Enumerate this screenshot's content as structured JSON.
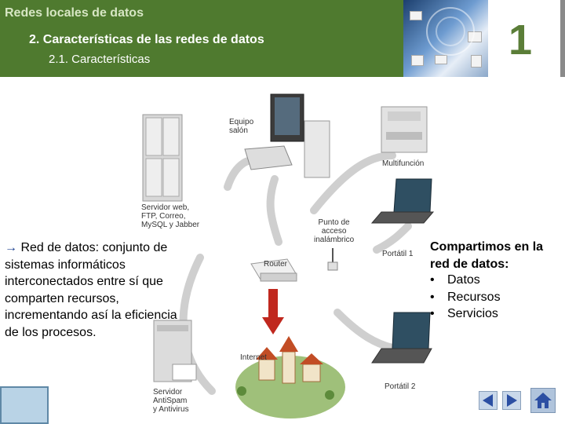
{
  "header": {
    "title": "Redes locales de datos",
    "section": "2. Características de las redes de datos",
    "subsection": "2.1. Características",
    "unit_number": "1"
  },
  "diagram": {
    "labels": {
      "equipo": "Equipo\nsalón",
      "multifuncion": "Multifunción",
      "servidor": "Servidor web,\nFTP, Correo,\nMySQL y Jabber",
      "punto_acceso": "Punto de\nacceso\ninalámbrico",
      "router": "Router",
      "portatil1": "Portátil 1",
      "internet": "Internet",
      "servidor_antispam": "Servidor\nAntiSpam\ny Antivirus",
      "portatil2": "Portátil 2"
    }
  },
  "content": {
    "arrow": "→ ",
    "definition_term": "Red de datos",
    "definition_text": ": conjunto de sistemas informáticos interconectados entre sí que comparten recursos, incrementando así la eficiencia de los procesos.",
    "shared_heading": "Compartimos en la red de datos:",
    "shared_items": [
      "Datos",
      "Recursos",
      "Servicios"
    ]
  },
  "colors": {
    "header_bg": "#4f7a2f",
    "accent": "#5b7e38",
    "nav_arrow": "#2c4fa3"
  },
  "icons": {
    "prev": "left-arrow-icon",
    "next": "right-arrow-icon",
    "home": "home-icon"
  }
}
